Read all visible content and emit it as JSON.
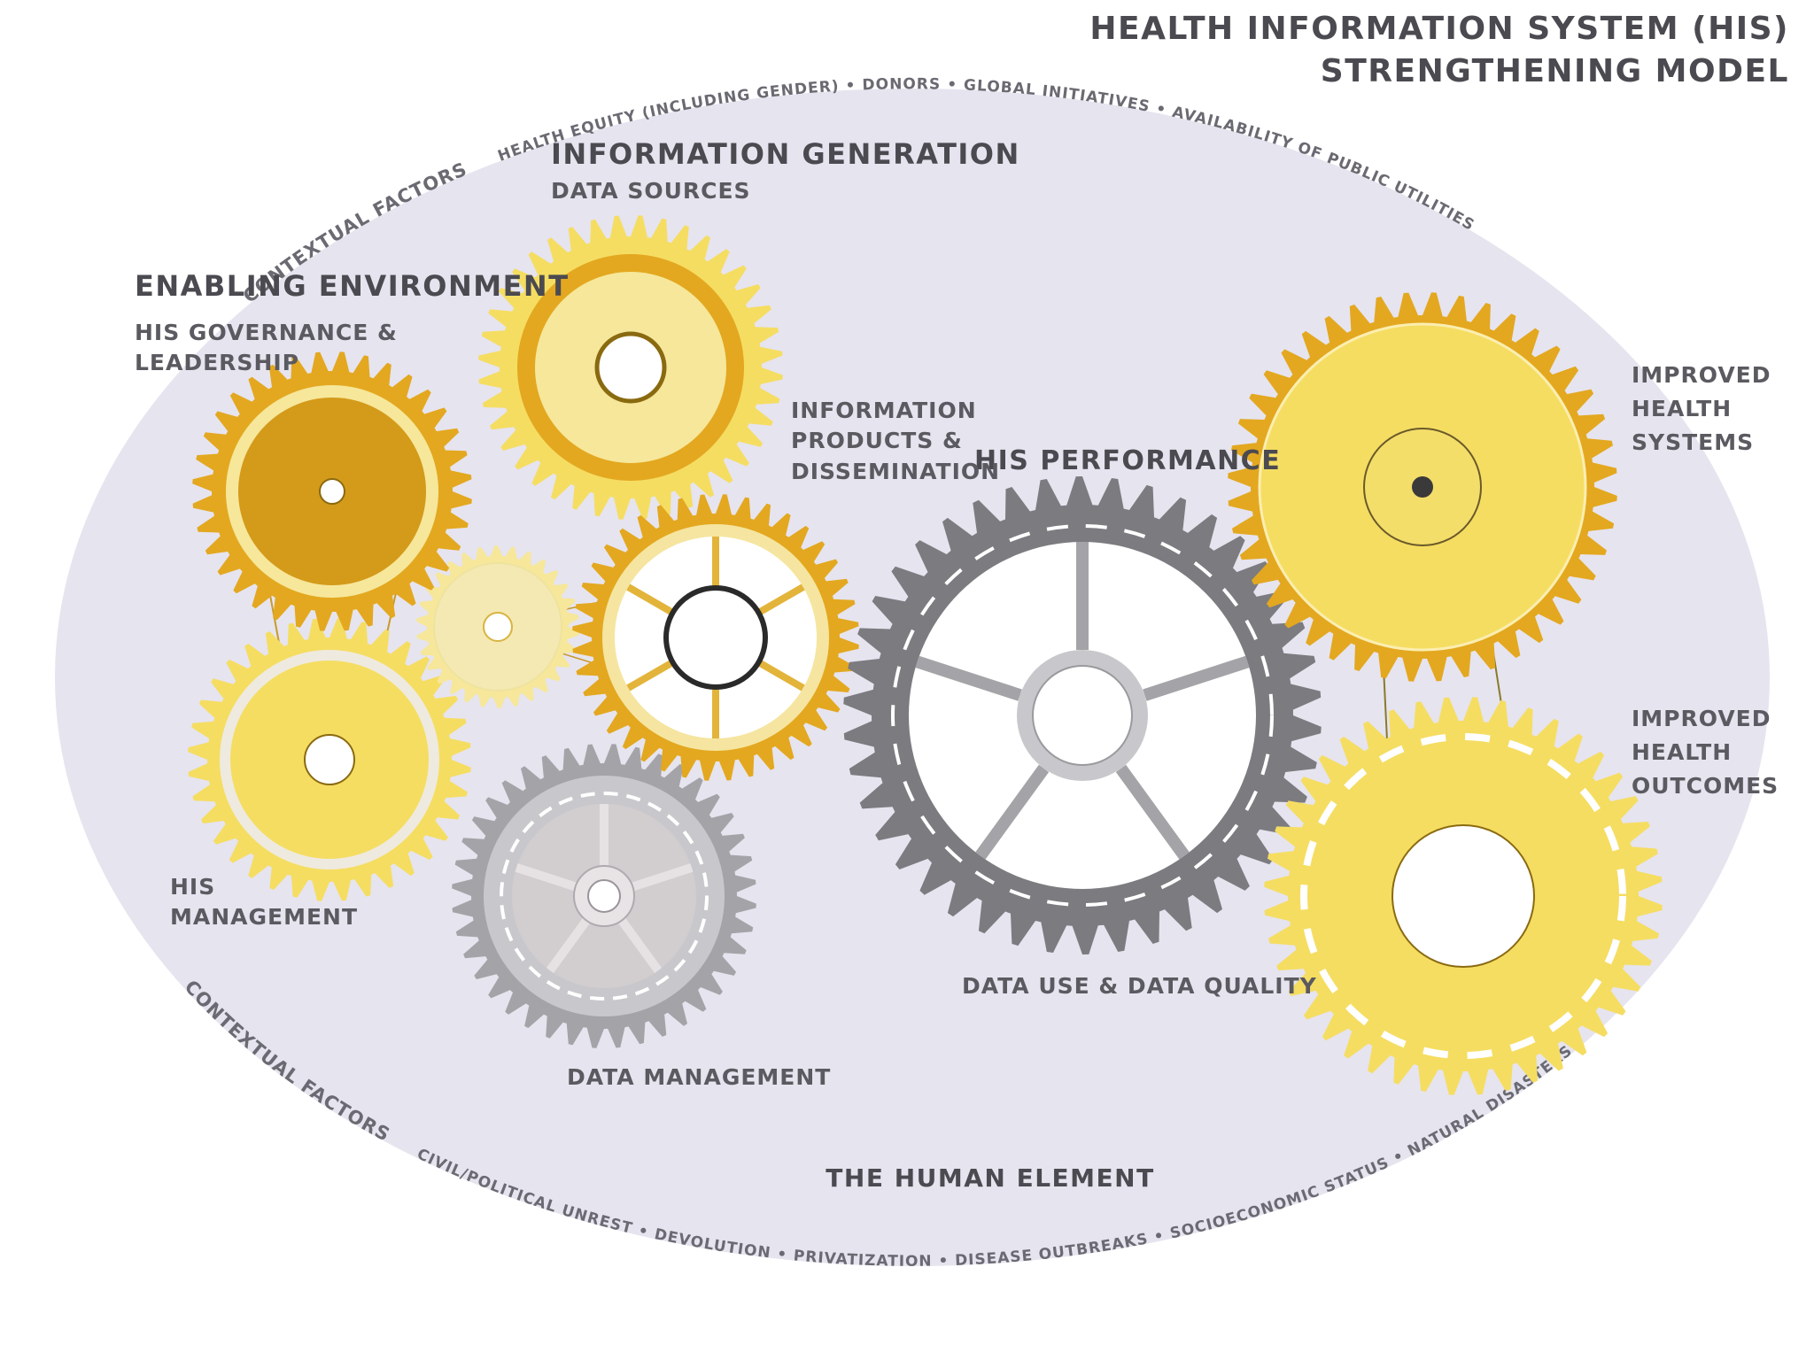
{
  "title": {
    "line1": "HEALTH INFORMATION SYSTEM (HIS)",
    "line2": "STRENGTHENING MODEL"
  },
  "contextual_top": {
    "label": "CONTEXTUAL FACTORS",
    "factors": "HEALTH EQUITY (INCLUDING GENDER) • DONORS • GLOBAL INITIATIVES • AVAILABILITY OF PUBLIC UTILITIES"
  },
  "contextual_bottom": {
    "label": "CONTEXTUAL FACTORS",
    "factors": "CIVIL/POLITICAL UNREST • DEVOLUTION • PRIVATIZATION • DISEASE OUTBREAKS • SOCIOECONOMIC STATUS • NATURAL DISASTERS"
  },
  "sections": {
    "information_generation": "INFORMATION GENERATION",
    "enabling_environment": "ENABLING ENVIRONMENT",
    "his_performance": "HIS PERFORMANCE"
  },
  "labels": {
    "data_sources": "DATA SOURCES",
    "governance": [
      "HIS GOVERNANCE &",
      "LEADERSHIP"
    ],
    "info_products": [
      "INFORMATION",
      "PRODUCTS &",
      "DISSEMINATION"
    ],
    "his_management": [
      "HIS",
      "MANAGEMENT"
    ],
    "data_management": "DATA MANAGEMENT",
    "data_use_quality": "DATA USE & DATA QUALITY",
    "improved_systems": [
      "IMPROVED",
      "HEALTH",
      "SYSTEMS"
    ],
    "improved_outcomes": [
      "IMPROVED",
      "HEALTH",
      "OUTCOMES"
    ],
    "human_element": "THE HUMAN ELEMENT"
  },
  "colors": {
    "ellipse": "#e6e4ef",
    "gold_light": "#f5dd62",
    "gold_dark": "#e3a820",
    "gold_deep": "#d49a1a",
    "gold_pale": "#f6e79a",
    "gray_dark": "#7b7b80",
    "gray_mid": "#a4a4a8",
    "gray_light": "#c8c8cc",
    "human_element": "#4e4a8c"
  }
}
